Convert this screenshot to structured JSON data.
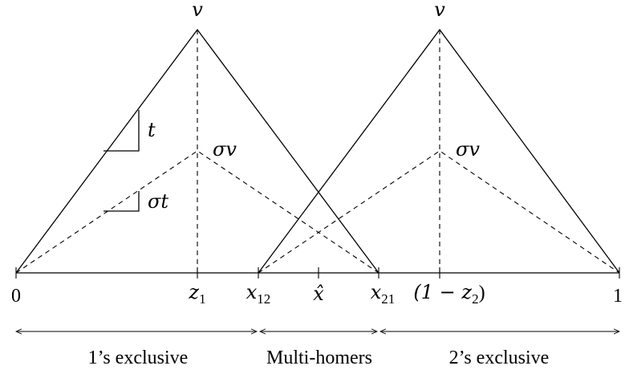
{
  "peak_labels": {
    "left": "v",
    "right": "v"
  },
  "slope_labels": {
    "t": "t",
    "sigma_t": "σt"
  },
  "lower_peak_labels": {
    "left": "σv",
    "right": "σv"
  },
  "axis_ticks": {
    "zero": "0",
    "z1_base": "z",
    "z1_sub": "1",
    "x12_base": "x",
    "x12_sub": "12",
    "xhat": "x̂",
    "x21_base": "x",
    "x21_sub": "21",
    "one_minus_z2_prefix": "(1 − z",
    "one_minus_z2_sub": "2",
    "one_minus_z2_suffix": ")",
    "one": "1"
  },
  "regions": {
    "left": "1’s exclusive",
    "middle": "Multi-homers",
    "right": "2’s exclusive"
  }
}
